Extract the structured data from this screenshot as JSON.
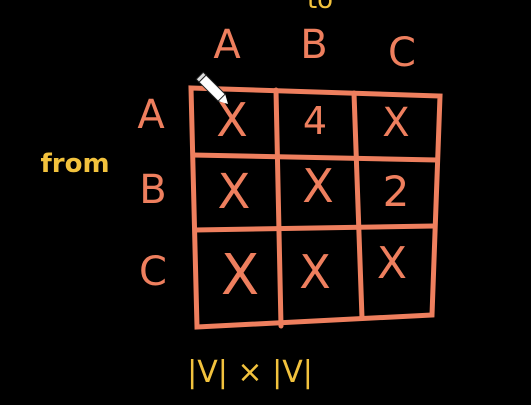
{
  "colors": {
    "background": "#000000",
    "grid": "#EE7F5E",
    "ink": "#EE7F5E",
    "annotation": "#F2C23D",
    "cursor": "#FFFFFF"
  },
  "top_caption": "to",
  "side_caption": "from",
  "bottom_caption": "|V| × |V|",
  "column_headers": [
    "A",
    "B",
    "C"
  ],
  "row_headers": [
    "A",
    "B",
    "C"
  ],
  "cells": [
    [
      "X",
      "4",
      "X"
    ],
    [
      "X",
      "X",
      "2"
    ],
    [
      "X",
      "X",
      "X"
    ]
  ],
  "cursor_icon": "pencil-icon"
}
